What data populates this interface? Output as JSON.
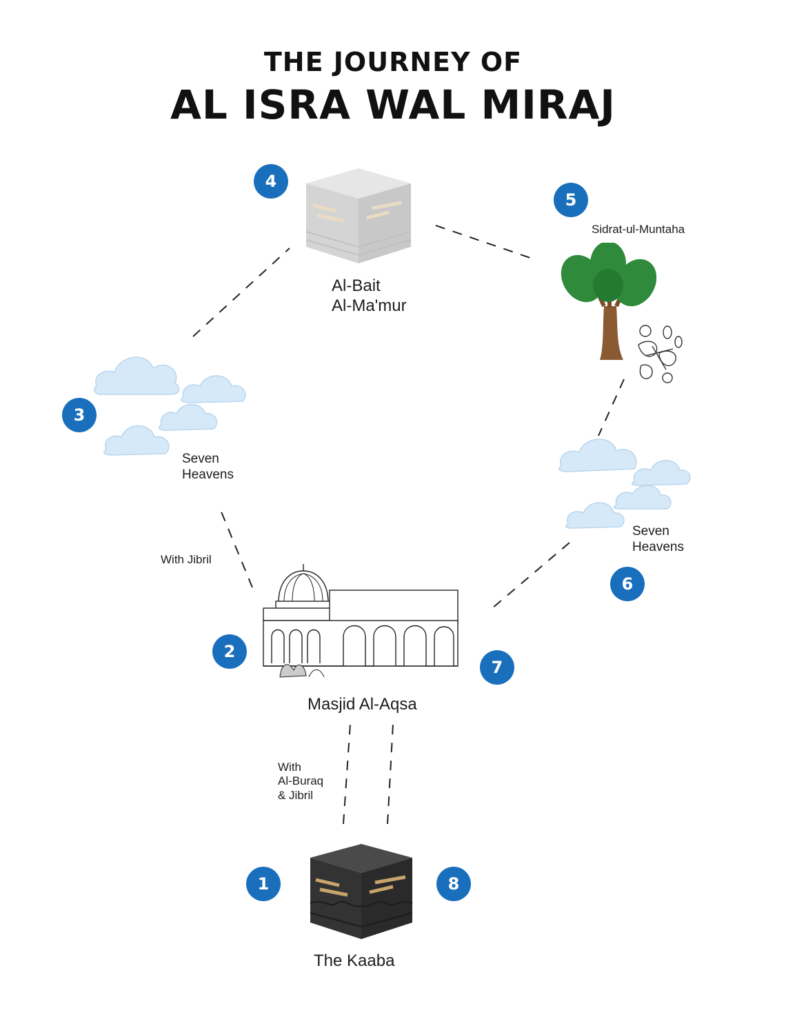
{
  "title": {
    "line1": "THE JOURNEY OF",
    "line2": "AL ISRA WAL MIRAJ"
  },
  "colors": {
    "badge": "#1a6fbd",
    "kaaba": "#3a3a3a",
    "kaaba_faded": "#d9d9d9",
    "gold": "#c9a46b",
    "tree_leaf": "#2f8a3b",
    "tree_trunk": "#8a5a33",
    "cloud": "#d6e9f8"
  },
  "stops": [
    {
      "number": "1",
      "label": "The Kaaba",
      "icon": "kaaba-icon"
    },
    {
      "number": "2",
      "label": "Masjid Al-Aqsa",
      "icon": "mosque-icon"
    },
    {
      "number": "3",
      "label": "Seven\nHeavens",
      "icon": "clouds-icon"
    },
    {
      "number": "4",
      "label": "Al-Bait\nAl-Ma'mur",
      "icon": "kaaba-faded-icon"
    },
    {
      "number": "5",
      "label": "Sidrat-ul-Muntaha",
      "icon": "tree-icon"
    },
    {
      "number": "6",
      "label": "Seven\nHeavens",
      "icon": "clouds-icon"
    },
    {
      "number": "7",
      "label": "",
      "icon": ""
    },
    {
      "number": "8",
      "label": "",
      "icon": ""
    }
  ],
  "connectors": {
    "kaaba_to_aqsa": "With\nAl-Buraq\n& Jibril",
    "aqsa_to_heavens": "With Jibril"
  }
}
